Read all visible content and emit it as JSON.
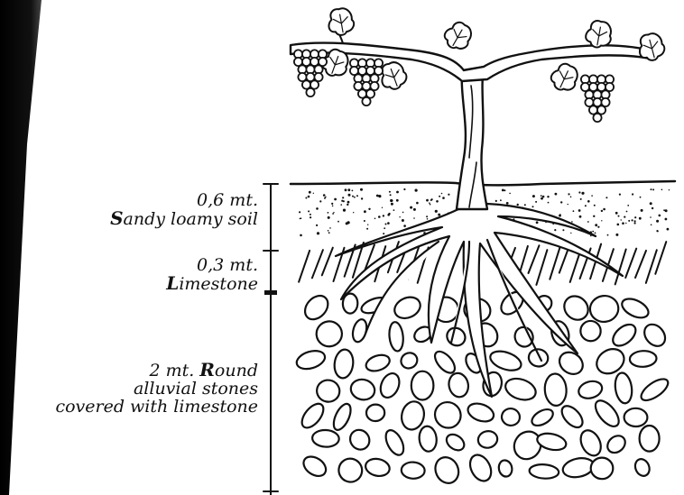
{
  "layers": [
    {
      "depth": "0,6 mt.",
      "name_initial": "S",
      "name_rest": "andy loamy soil"
    },
    {
      "depth": "0,3 mt.",
      "name_initial": "L",
      "name_rest": "imestone"
    },
    {
      "depth_prefix": "2 mt. ",
      "name_initial": "R",
      "name_rest": "ound",
      "line2": "alluvial stones",
      "line3": "covered with limestone"
    }
  ],
  "colors": {
    "ink": "#111111",
    "background": "#ffffff",
    "shadow": "#000000"
  },
  "icons": [
    "grape-cluster-icon",
    "vine-leaf-icon",
    "stone-icon"
  ]
}
